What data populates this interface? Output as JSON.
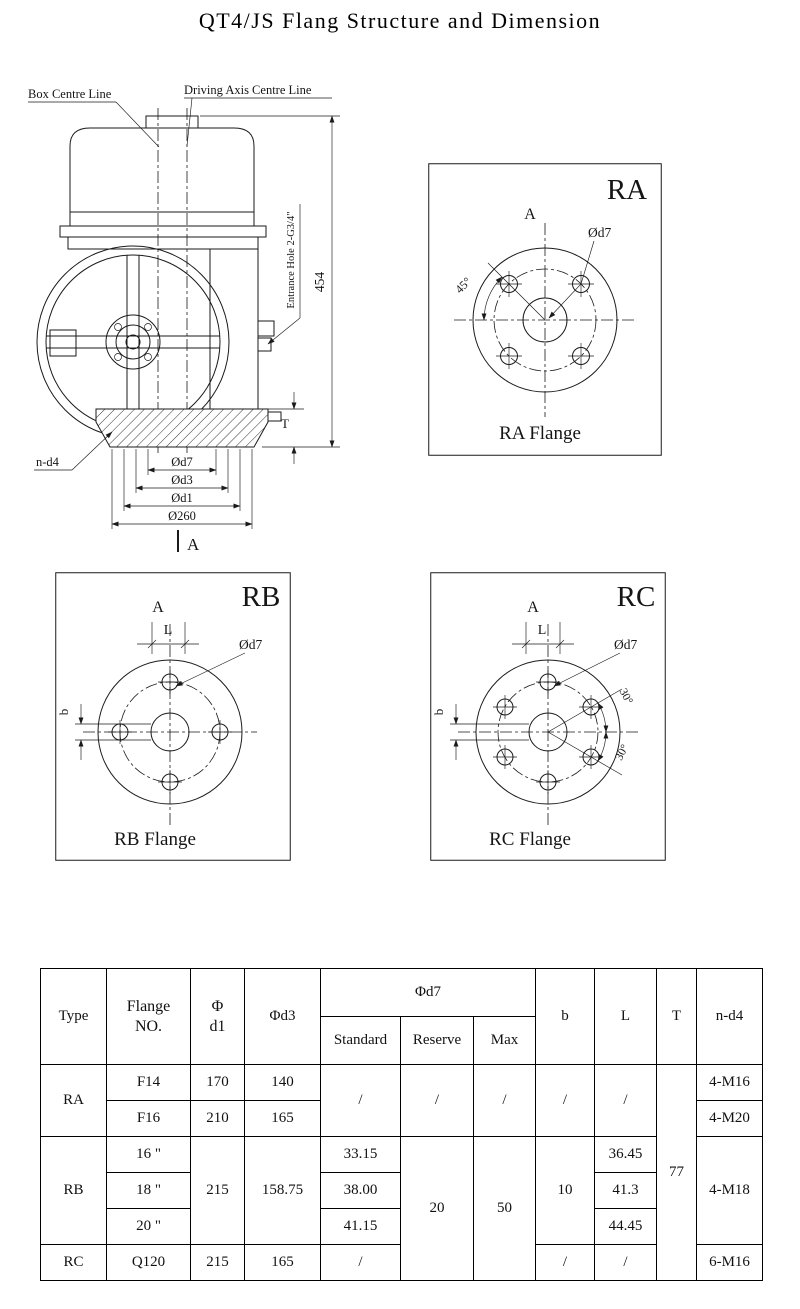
{
  "title": "QT4/JS Flang Structure and Dimension",
  "main_drawing": {
    "box_centre_line": "Box Centre Line",
    "driving_axis_centre_line": "Driving Axis Centre Line",
    "entrance_hole": "Entrance Hole 2-G3/4\"",
    "dim_height": "454",
    "dim_t": "T",
    "dim_n_d4": "n-d4",
    "dim_d7": "Ød7",
    "dim_d3": "Ød3",
    "dim_d1": "Ød1",
    "dim_d260": "Ø260",
    "section_label": "A"
  },
  "ra_view": {
    "corner_label": "RA",
    "axis_label": "A",
    "d7_label": "Ød7",
    "angle_label": "45°",
    "caption": "RA Flange"
  },
  "rb_view": {
    "corner_label": "RB",
    "axis_label": "A",
    "l_label": "L",
    "d7_label": "Ød7",
    "b_label": "b",
    "caption": "RB Flange"
  },
  "rc_view": {
    "corner_label": "RC",
    "axis_label": "A",
    "l_label": "L",
    "d7_label": "Ød7",
    "b_label": "b",
    "angle_label_1": "30°",
    "angle_label_2": "30°",
    "caption": "RC Flange"
  },
  "table": {
    "headers": {
      "type": "Type",
      "flange_no_line1": "Flange",
      "flange_no_line2": "NO.",
      "d1_line1": "Φ",
      "d1_line2": "d1",
      "d3": "Φd3",
      "d7_group": "Φd7",
      "standard": "Standard",
      "reserve": "Reserve",
      "max": "Max",
      "b": "b",
      "l": "L",
      "t": "T",
      "n_d4": "n-d4"
    },
    "cells": {
      "ra_type": "RA",
      "ra_row1_no": "F14",
      "ra_row1_d1": "170",
      "ra_row1_d3": "140",
      "ra_row1_nd4": "4-M16",
      "ra_row2_no": "F16",
      "ra_row2_d1": "210",
      "ra_row2_d3": "165",
      "ra_row2_nd4": "4-M20",
      "ra_standard": "/",
      "ra_reserve": "/",
      "ra_max": "/",
      "ra_b": "/",
      "ra_l": "/",
      "rb_type": "RB",
      "rb_row1_no": "16 \"",
      "rb_row2_no": "18 \"",
      "rb_row3_no": "20 \"",
      "rb_d1": "215",
      "rb_d3": "158.75",
      "rb_row1_standard": "33.15",
      "rb_row2_standard": "38.00",
      "rb_row3_standard": "41.15",
      "rb_rc_reserve": "20",
      "rb_rc_max": "50",
      "rb_b": "10",
      "rb_row1_l": "36.45",
      "rb_row2_l": "41.3",
      "rb_row3_l": "44.45",
      "t_all": "77",
      "rb_nd4": "4-M18",
      "rc_type": "RC",
      "rc_no": "Q120",
      "rc_d1": "215",
      "rc_d3": "165",
      "rc_standard": "/",
      "rc_b": "/",
      "rc_l": "/",
      "rc_nd4": "6-M16"
    }
  }
}
